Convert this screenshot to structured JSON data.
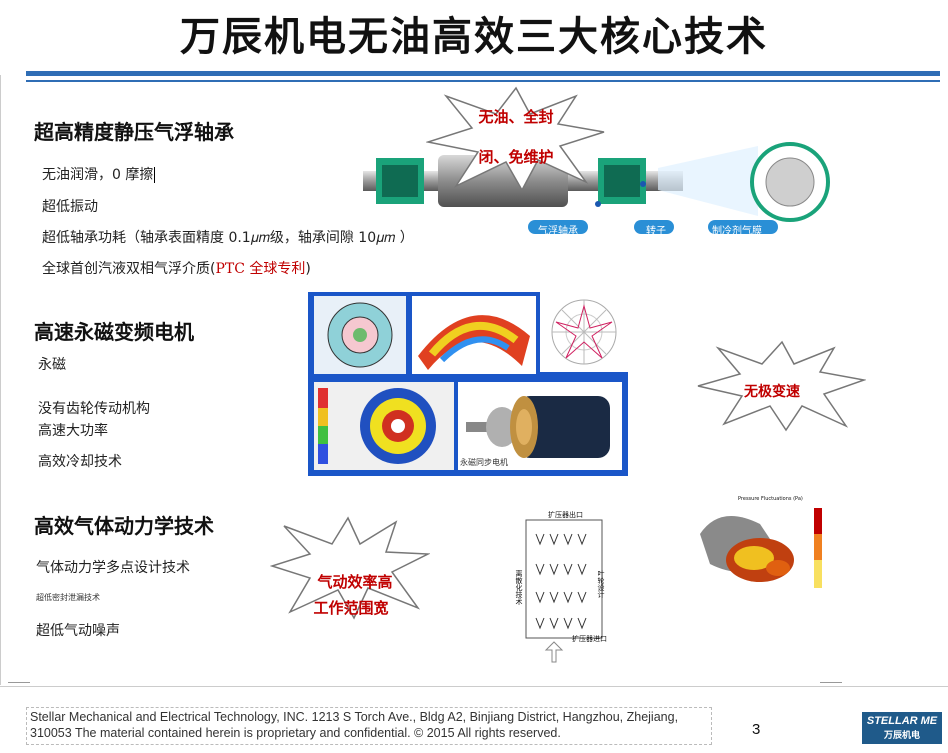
{
  "title": "万辰机电无油高效三大核心技术",
  "section1": {
    "heading": "超高精度静压气浮轴承",
    "items": [
      "无油润滑，0 摩擦",
      "超低振动",
      "超低轴承功耗（轴承表面精度 0.1𝜇𝑚级，轴承间隙 10𝜇𝑚 ）"
    ],
    "item4_prefix": "全球首创汽液双相气浮介质(",
    "item4_highlight": "PTC 全球专利",
    "item4_suffix": ")",
    "burst_line1": "无油、全封",
    "burst_line2": "闭、免维护",
    "labels": [
      "气浮轴承",
      "转子",
      "制冷剂气膜"
    ]
  },
  "section2": {
    "heading": "高速永磁变频电机",
    "items": [
      "永磁",
      "没有齿轮传动机构",
      "高速大功率",
      "高效冷却技术"
    ],
    "motor_label": "永磁同步电机",
    "burst": "无极变速"
  },
  "section3": {
    "heading": "高效气体动力学技术",
    "items": [
      "气体动力学多点设计技术",
      "超低密封泄漏技术",
      "超低气动噪声"
    ],
    "burst_line1": "气动效率高",
    "burst_line2": "工作范围宽",
    "diagram_top": "扩压器出口",
    "diagram_bottom": "扩压器进口",
    "diagram_left": "离散化技术",
    "diagram_right": "叶轮设计",
    "cfd_title": "Pressure Fluctuations (Pa)"
  },
  "footer": {
    "text": "Stellar Mechanical and Electrical Technology, INC. 1213 S Torch Ave., Bldg A2, Binjiang District, Hangzhou, Zhejiang, 310053 The material contained herein is proprietary and confidential. © 2015 All rights reserved.",
    "page": "3",
    "logo_line1": "STELLAR ME",
    "logo_line2": "万辰机电"
  },
  "colors": {
    "accent": "#2f6db5",
    "highlight": "#c00000",
    "bearing_green": "#1aa37a"
  }
}
